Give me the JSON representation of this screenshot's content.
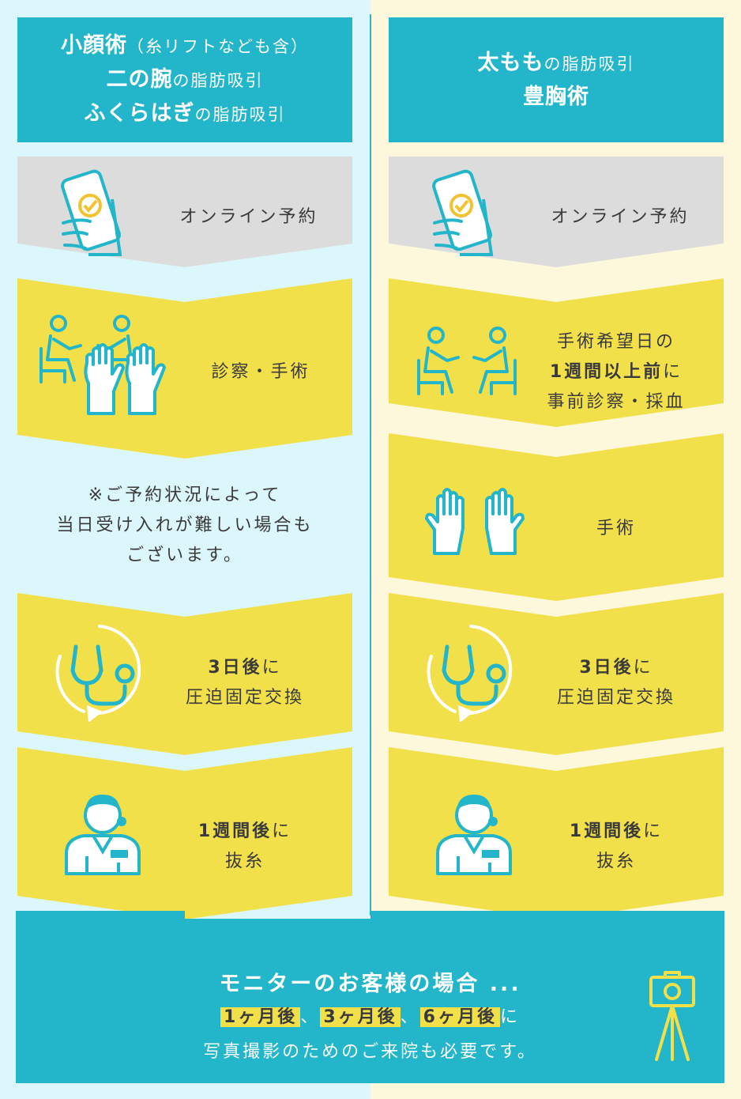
{
  "colors": {
    "teal": "#23b5c9",
    "yellow": "#f2e04a",
    "gray": "#dcdcdc",
    "left_bg": "#dcf7fb",
    "right_bg": "#fdf8dc"
  },
  "left": {
    "header": {
      "l1_bold": "小顔術",
      "l1_small": "（糸リフトなども含）",
      "l2_bold": "二の腕",
      "l2_small": "の脂肪吸引",
      "l3_bold": "ふくらはぎ",
      "l3_small": "の脂肪吸引"
    },
    "step1": {
      "icon": "smartphone-icon",
      "label": "オンライン予約"
    },
    "step2": {
      "icon": "consultation-icon",
      "label": "診察・手術"
    },
    "note": {
      "l1": "※ご予約状況によって",
      "l2": "当日受け入れが難しい場合も",
      "l3": "ございます。"
    },
    "step3": {
      "icon": "stethoscope-icon",
      "l1_bold": "3日後",
      "l1_tail": "に",
      "l2": "圧迫固定交換"
    },
    "step4": {
      "icon": "nurse-icon",
      "l1_bold": "1週間後",
      "l1_tail": "に",
      "l2": "抜糸"
    }
  },
  "right": {
    "header": {
      "l1_bold": "太もも",
      "l1_small": "の脂肪吸引",
      "l2_bold": "豊胸術"
    },
    "step1": {
      "icon": "smartphone-icon",
      "label": "オンライン予約"
    },
    "step2": {
      "icon": "consultation-icon",
      "l1": "手術希望日の",
      "l2_bold": "1週間以上前",
      "l2_tail": "に",
      "l3": "事前診察・採血"
    },
    "step3": {
      "icon": "gloves-icon",
      "label": "手術"
    },
    "step4": {
      "icon": "stethoscope-icon",
      "l1_bold": "3日後",
      "l1_tail": "に",
      "l2": "圧迫固定交換"
    },
    "step5": {
      "icon": "nurse-icon",
      "l1_bold": "1週間後",
      "l1_tail": "に",
      "l2": "抜糸"
    }
  },
  "bottom": {
    "title": "モニターのお客様の場合 ...",
    "m1": "1ヶ月後",
    "sep1": "、",
    "m2": "3ヶ月後",
    "sep2": "、",
    "m3": "6ヶ月後",
    "tail": "に",
    "l3": "写真撮影のためのご来院も必要です。",
    "icon": "camera-tripod-icon"
  }
}
